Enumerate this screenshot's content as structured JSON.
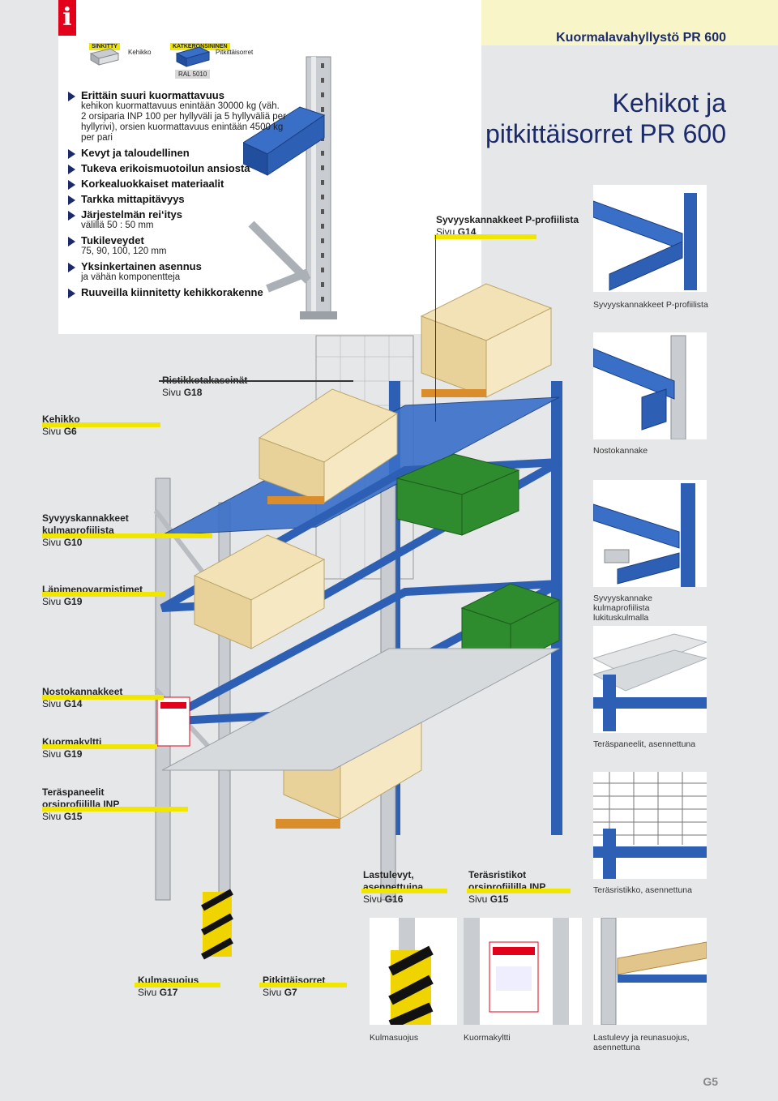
{
  "header": {
    "info_icon": "i",
    "series_title": "Kuormalavahyllystö PR 600",
    "swatches": [
      {
        "label": "SINKITTY",
        "part": "Kehikko"
      },
      {
        "label": "KATKERONSININEN",
        "part": "Pitkittäisorret"
      }
    ],
    "ral_label": "RAL 5010"
  },
  "features": [
    {
      "heading": "Erittäin suuri kuormattavuus",
      "detail": "kehikon kuormattavuus enintään 30000 kg (väh. 2 orsiparia INP 100 per hyllyväli ja 5 hyllyväliä per hyllyrivi), orsien kuormattavuus enintään 4500 kg per pari"
    },
    {
      "heading": "Kevyt ja taloudellinen",
      "detail": ""
    },
    {
      "heading": "Tukeva erikoismuotoilun ansiosta",
      "detail": ""
    },
    {
      "heading": "Korkealuokkaiset materiaalit",
      "detail": ""
    },
    {
      "heading": "Tarkka mittapitävyys",
      "detail": ""
    },
    {
      "heading": "Järjestelmän rei‘itys",
      "detail": "välillä 50 : 50 mm"
    },
    {
      "heading": "Tukileveydet",
      "detail": "75, 90, 100, 120 mm"
    },
    {
      "heading": "Yksinkertainen asennus",
      "detail": "ja vähän komponentteja"
    },
    {
      "heading": "Ruuveilla kiinnitetty kehikkorakenne",
      "detail": ""
    }
  ],
  "title": {
    "line1": "Kehikot ja",
    "line2": "pitkittäisorret PR 600"
  },
  "labels": [
    {
      "id": "syvyys-p",
      "title": "Syvyyskannakkeet P-profiilista",
      "page_prefix": "Sivu",
      "page": "G14"
    },
    {
      "id": "ristikko",
      "title": "Ristikkotakaseinät",
      "page_prefix": "Sivu",
      "page": "G18"
    },
    {
      "id": "kehikko",
      "title": "Kehikko",
      "page_prefix": "Sivu",
      "page": "G6"
    },
    {
      "id": "syvyys-kulma",
      "title": "Syvyyskannakkeet kulmaprofiilista",
      "page_prefix": "Sivu",
      "page": "G10"
    },
    {
      "id": "lapimeno",
      "title": "Läpimenovarmistimet",
      "page_prefix": "Sivu",
      "page": "G19"
    },
    {
      "id": "nosto",
      "title": "Nostokannakkeet",
      "page_prefix": "Sivu",
      "page": "G14"
    },
    {
      "id": "kuormakyltti",
      "title": "Kuormakyltti",
      "page_prefix": "Sivu",
      "page": "G19"
    },
    {
      "id": "terasp",
      "title": "Teräspaneelit orsiprofiililla INP",
      "page_prefix": "Sivu",
      "page": "G15"
    },
    {
      "id": "lastulevy",
      "title": "Lastulevyt, asennettuina",
      "page_prefix": "Sivu",
      "page": "G16"
    },
    {
      "id": "terasr",
      "title": "Teräsristikot orsiprofiililla INP",
      "page_prefix": "Sivu",
      "page": "G15"
    },
    {
      "id": "kulmasuojus",
      "title": "Kulmasuojus",
      "page_prefix": "Sivu",
      "page": "G17"
    },
    {
      "id": "pitkittais",
      "title": "Pitkittäisorret",
      "page_prefix": "Sivu",
      "page": "G7"
    }
  ],
  "captions": {
    "thumb1": "Syvyyskannakkeet P-profiilista",
    "thumb2": "Nostokannake",
    "thumb3": "Syvyyskannake kulmaprofiilista lukituskulmalla",
    "thumb4": "Teräspaneelit, asennettuna",
    "thumb5": "Teräsristikko, asennettuna",
    "thumb6": "Lastulevy ja reunasuojus, asennettuna",
    "bottom1": "Kulmasuojus",
    "bottom2": "Kuormakyltti"
  },
  "page_number": "G5",
  "colors": {
    "accent_blue": "#2d5fb4",
    "highlight_yellow": "#f0e600",
    "red": "#e2001a",
    "navy": "#1b2a6b"
  }
}
